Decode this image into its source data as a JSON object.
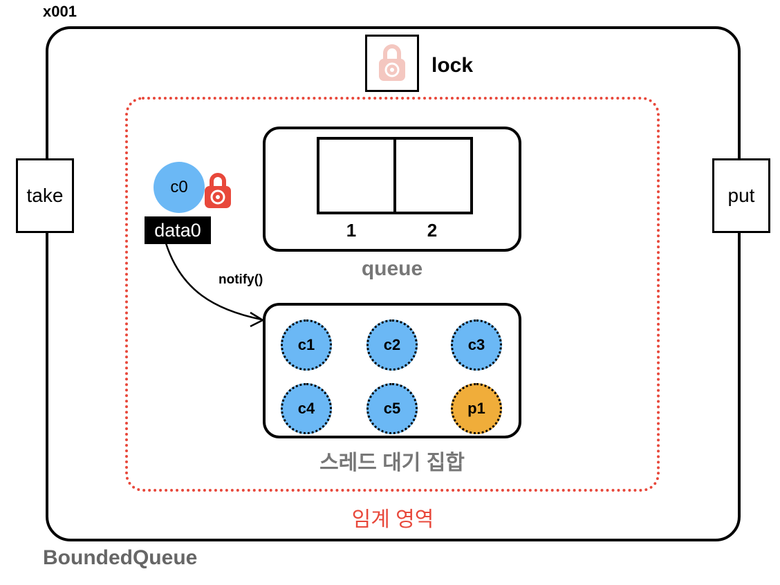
{
  "instance_id": "x001",
  "class_name": "BoundedQueue",
  "methods": {
    "take": "take",
    "put": "put"
  },
  "lock": {
    "label": "lock",
    "icon": "padlock-icon",
    "color": "#f4c7c0"
  },
  "critical_region": {
    "label": "임계 영역",
    "color": "#e8483b"
  },
  "queue": {
    "label": "queue",
    "slots": [
      "1",
      "2"
    ]
  },
  "active_thread": {
    "name": "c0",
    "data": "data0",
    "lock_icon": "padlock-icon",
    "lock_color": "#e8483b",
    "color": "#6bb8f5"
  },
  "notify_label": "notify()",
  "wait_set": {
    "label": "스레드 대기 집합",
    "threads": [
      {
        "name": "c1",
        "kind": "consumer",
        "color": "#6bb8f5"
      },
      {
        "name": "c2",
        "kind": "consumer",
        "color": "#6bb8f5"
      },
      {
        "name": "c3",
        "kind": "consumer",
        "color": "#6bb8f5"
      },
      {
        "name": "c4",
        "kind": "consumer",
        "color": "#6bb8f5"
      },
      {
        "name": "c5",
        "kind": "consumer",
        "color": "#6bb8f5"
      },
      {
        "name": "p1",
        "kind": "producer",
        "color": "#f0ad3a"
      }
    ]
  }
}
